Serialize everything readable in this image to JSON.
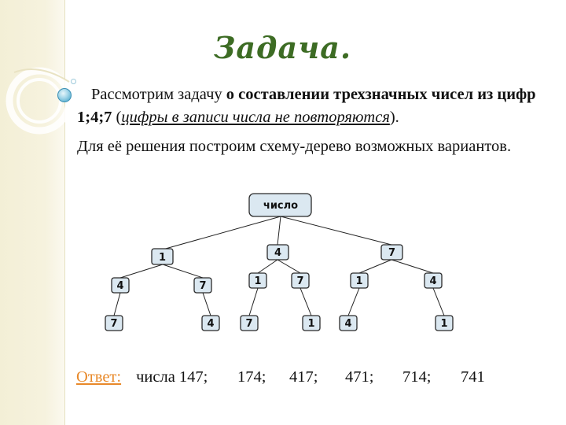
{
  "title": "Задача.",
  "paragraph1": {
    "t1": "Рассмотрим задачу ",
    "t2": "о составлении трехзначных чисел из цифр 1;4;7",
    "t3": " (",
    "t4": "цифры в записи числа не повторяются",
    "t5": ")."
  },
  "paragraph2": "Для её решения построим схему-дерево возможных вариантов.",
  "tree": {
    "root": "число",
    "level1": [
      "1",
      "4",
      "7"
    ],
    "level2": [
      "4",
      "7",
      "1",
      "7",
      "1",
      "4"
    ],
    "level3": [
      "7",
      "4",
      "7",
      "1",
      "4",
      "1"
    ]
  },
  "answer": {
    "label": "Ответ:",
    "prefix": "числа 147;",
    "numbers": [
      "174;",
      "417;",
      "471;",
      "714;",
      "741"
    ]
  },
  "colors": {
    "title": "#3d6c24",
    "answer_label": "#e8892a",
    "node_fill": "#dbe8f1",
    "sidebar": "#f3efd6"
  }
}
